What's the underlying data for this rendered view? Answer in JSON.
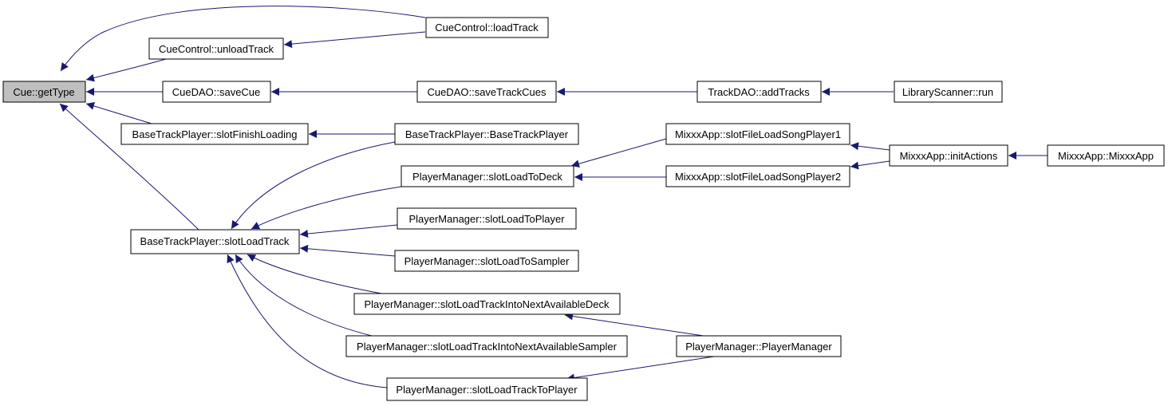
{
  "colors": {
    "edge": "#191970",
    "node_border": "#000000",
    "node_fill": "#ffffff",
    "root_fill": "#bfbfbf"
  },
  "nodes": [
    {
      "id": "cue_gettype",
      "label": "Cue::getType",
      "root": true
    },
    {
      "id": "cuecontrol_loadtrack",
      "label": "CueControl::loadTrack"
    },
    {
      "id": "cuecontrol_unloadtrack",
      "label": "CueControl::unloadTrack"
    },
    {
      "id": "cuedao_savecue",
      "label": "CueDAO::saveCue"
    },
    {
      "id": "cuedao_savetrackcues",
      "label": "CueDAO::saveTrackCues"
    },
    {
      "id": "trackdao_addtracks",
      "label": "TrackDAO::addTracks"
    },
    {
      "id": "libraryscanner_run",
      "label": "LibraryScanner::run"
    },
    {
      "id": "btp_slotfinishloading",
      "label": "BaseTrackPlayer::slotFinishLoading"
    },
    {
      "id": "btp_basetrackplayer",
      "label": "BaseTrackPlayer::BaseTrackPlayer"
    },
    {
      "id": "mixxx_fileload1",
      "label": "MixxxApp::slotFileLoadSongPlayer1"
    },
    {
      "id": "mixxx_initactions",
      "label": "MixxxApp::initActions"
    },
    {
      "id": "mixxx_mixxxapp",
      "label": "MixxxApp::MixxxApp"
    },
    {
      "id": "pm_slotloadtodeck",
      "label": "PlayerManager::slotLoadToDeck"
    },
    {
      "id": "mixxx_fileload2",
      "label": "MixxxApp::slotFileLoadSongPlayer2"
    },
    {
      "id": "btp_slotloadtrack",
      "label": "BaseTrackPlayer::slotLoadTrack"
    },
    {
      "id": "pm_slotloadtoplayer",
      "label": "PlayerManager::slotLoadToPlayer"
    },
    {
      "id": "pm_slotloadtosampler",
      "label": "PlayerManager::slotLoadToSampler"
    },
    {
      "id": "pm_nextdeck",
      "label": "PlayerManager::slotLoadTrackIntoNextAvailableDeck"
    },
    {
      "id": "pm_nextsampler",
      "label": "PlayerManager::slotLoadTrackIntoNextAvailableSampler"
    },
    {
      "id": "pm_playermanager",
      "label": "PlayerManager::PlayerManager"
    },
    {
      "id": "pm_loadtracktoplayer",
      "label": "PlayerManager::slotLoadTrackToPlayer"
    }
  ],
  "edges": [
    {
      "from": "cuecontrol_loadtrack",
      "to": "cue_gettype"
    },
    {
      "from": "cuecontrol_unloadtrack",
      "to": "cue_gettype"
    },
    {
      "from": "cuedao_savecue",
      "to": "cue_gettype"
    },
    {
      "from": "btp_slotfinishloading",
      "to": "cue_gettype"
    },
    {
      "from": "btp_slotloadtrack",
      "to": "cue_gettype"
    },
    {
      "from": "cuecontrol_loadtrack",
      "to": "cuecontrol_unloadtrack"
    },
    {
      "from": "cuedao_savetrackcues",
      "to": "cuedao_savecue"
    },
    {
      "from": "trackdao_addtracks",
      "to": "cuedao_savetrackcues"
    },
    {
      "from": "libraryscanner_run",
      "to": "trackdao_addtracks"
    },
    {
      "from": "btp_basetrackplayer",
      "to": "btp_slotfinishloading"
    },
    {
      "from": "btp_basetrackplayer",
      "to": "btp_slotloadtrack"
    },
    {
      "from": "pm_slotloadtodeck",
      "to": "btp_slotloadtrack"
    },
    {
      "from": "pm_slotloadtoplayer",
      "to": "btp_slotloadtrack"
    },
    {
      "from": "pm_slotloadtosampler",
      "to": "btp_slotloadtrack"
    },
    {
      "from": "pm_nextdeck",
      "to": "btp_slotloadtrack"
    },
    {
      "from": "pm_nextsampler",
      "to": "btp_slotloadtrack"
    },
    {
      "from": "pm_loadtracktoplayer",
      "to": "btp_slotloadtrack"
    },
    {
      "from": "mixxx_fileload1",
      "to": "pm_slotloadtodeck"
    },
    {
      "from": "mixxx_fileload2",
      "to": "pm_slotloadtodeck"
    },
    {
      "from": "mixxx_initactions",
      "to": "mixxx_fileload1"
    },
    {
      "from": "mixxx_initactions",
      "to": "mixxx_fileload2"
    },
    {
      "from": "mixxx_mixxxapp",
      "to": "mixxx_initactions"
    },
    {
      "from": "pm_playermanager",
      "to": "pm_nextdeck"
    },
    {
      "from": "pm_playermanager",
      "to": "pm_loadtracktoplayer"
    }
  ]
}
